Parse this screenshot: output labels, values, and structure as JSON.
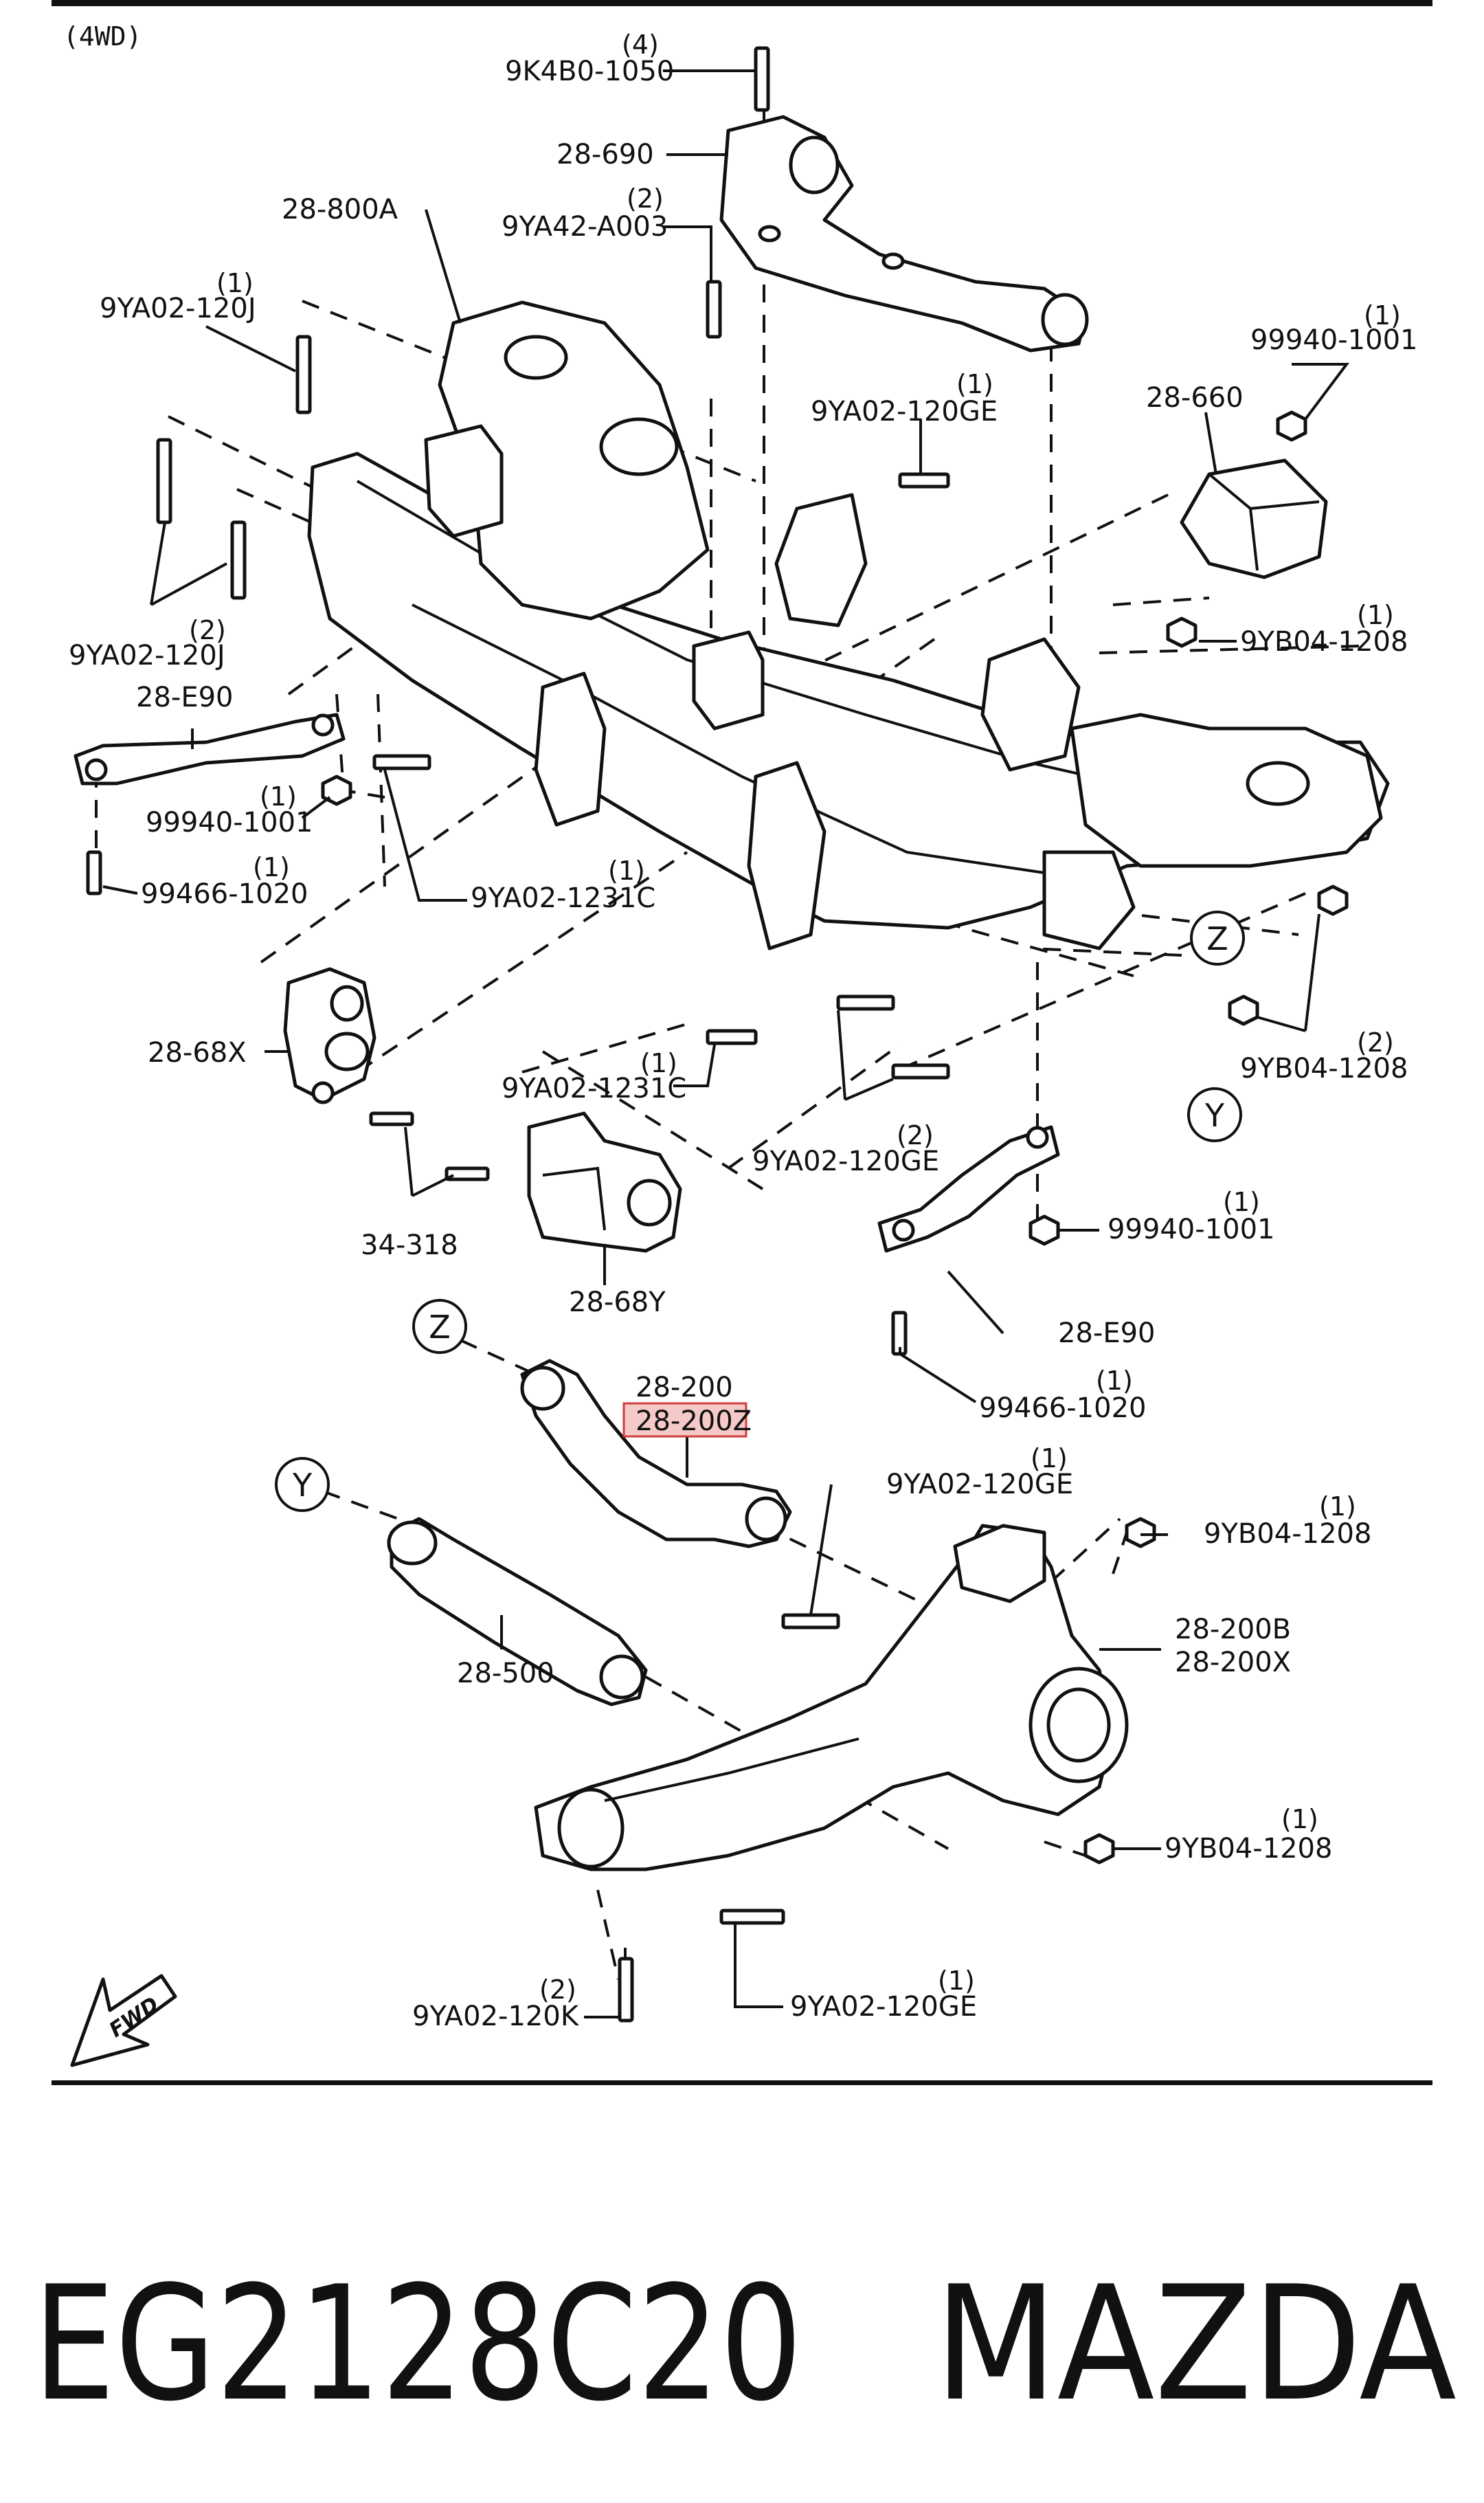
{
  "header": {
    "variant": "(4WD)"
  },
  "labels": {
    "l01": {
      "code": "9K4B0-1050",
      "qty": "(4)"
    },
    "l02": {
      "code": "28-690",
      "qty": ""
    },
    "l03": {
      "code": "28-800A",
      "qty": ""
    },
    "l04": {
      "code": "9YA42-A003",
      "qty": "(2)"
    },
    "l05": {
      "code": "9YA02-120J",
      "qty": "(1)"
    },
    "l06": {
      "code": "99940-1001",
      "qty": "(1)"
    },
    "l07": {
      "code": "28-660",
      "qty": ""
    },
    "l08": {
      "code": "9YA02-120GE",
      "qty": "(1)"
    },
    "l09": {
      "code": "9YA02-120J",
      "qty": "(2)"
    },
    "l10": {
      "code": "9YB04-1208",
      "qty": "(1)"
    },
    "l11": {
      "code": "28-E90",
      "qty": ""
    },
    "l12": {
      "code": "99940-1001",
      "qty": "(1)"
    },
    "l13": {
      "code": "99466-1020",
      "qty": "(1)"
    },
    "l14": {
      "code": "9YA02-1231C",
      "qty": "(1)"
    },
    "l15": {
      "code": "28-68X",
      "qty": ""
    },
    "l16": {
      "code": "9YA02-1231C",
      "qty": "(1)"
    },
    "l17": {
      "code": "9YB04-1208",
      "qty": "(2)"
    },
    "l18": {
      "code": "9YA02-120GE",
      "qty": "(2)"
    },
    "l19": {
      "code": "34-318",
      "qty": ""
    },
    "l20": {
      "code": "99940-1001",
      "qty": "(1)"
    },
    "l21": {
      "code": "28-68Y",
      "qty": ""
    },
    "l22": {
      "code": "28-E90",
      "qty": ""
    },
    "l23": {
      "code": "28-200",
      "qty": ""
    },
    "l24": {
      "code": "28-200Z",
      "qty": ""
    },
    "l25": {
      "code": "99466-1020",
      "qty": "(1)"
    },
    "l26": {
      "code": "9YA02-120GE",
      "qty": "(1)"
    },
    "l27": {
      "code": "9YB04-1208",
      "qty": "(1)"
    },
    "l28": {
      "code": "28-200B",
      "qty": ""
    },
    "l29": {
      "code": "28-200X",
      "qty": ""
    },
    "l30": {
      "code": "28-500",
      "qty": ""
    },
    "l31": {
      "code": "9YB04-1208",
      "qty": "(1)"
    },
    "l32": {
      "code": "9YA02-120GE",
      "qty": "(1)"
    },
    "l33": {
      "code": "9YA02-120K",
      "qty": "(2)"
    }
  },
  "callouts": {
    "z": "Z",
    "y": "Y"
  },
  "fwd": "FWD",
  "footer": {
    "part_number": "EG2128C20",
    "brand": "MAZDA"
  },
  "colors": {
    "highlight_fill": "#f6c9c9",
    "highlight_stroke": "#d23c3c",
    "ink": "#111111"
  }
}
